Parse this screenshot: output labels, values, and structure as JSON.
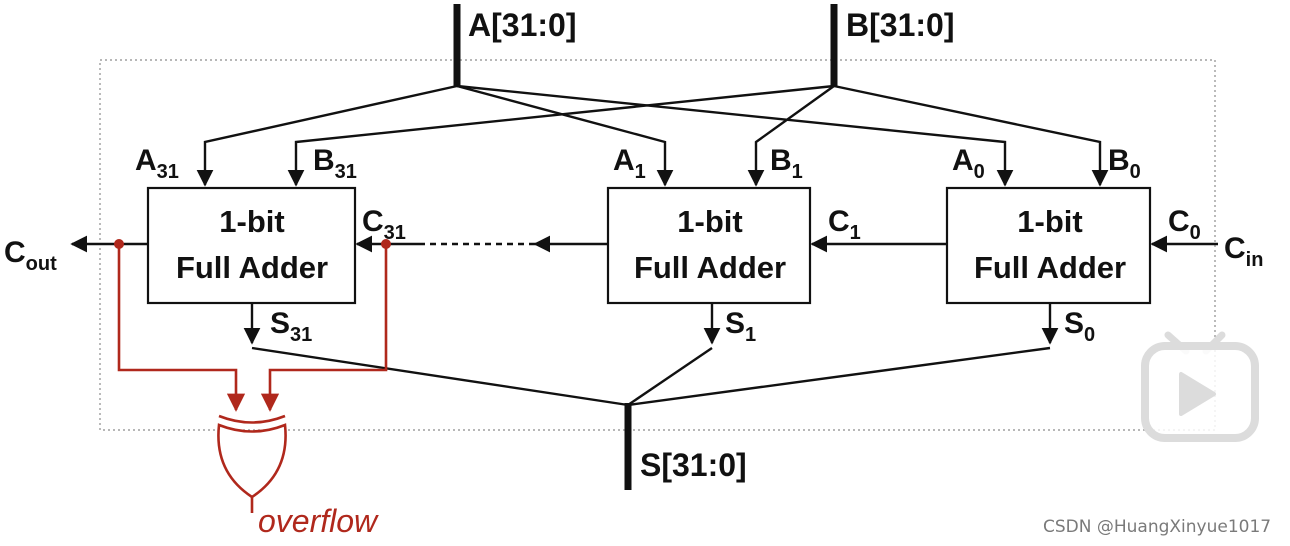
{
  "buses": {
    "a": "A[31:0]",
    "b": "B[31:0]",
    "s": "S[31:0]"
  },
  "adders": [
    {
      "line1": "1-bit",
      "line2": "Full Adder",
      "a_main": "A",
      "a_sub": "31",
      "b_main": "B",
      "b_sub": "31",
      "c_main": "C",
      "c_sub": "31",
      "s_main": "S",
      "s_sub": "31"
    },
    {
      "line1": "1-bit",
      "line2": "Full Adder",
      "a_main": "A",
      "a_sub": "1",
      "b_main": "B",
      "b_sub": "1",
      "c_main": "C",
      "c_sub": "1",
      "s_main": "S",
      "s_sub": "1"
    },
    {
      "line1": "1-bit",
      "line2": "Full Adder",
      "a_main": "A",
      "a_sub": "0",
      "b_main": "B",
      "b_sub": "0",
      "c_main": "C",
      "c_sub": "0",
      "s_main": "S",
      "s_sub": "0"
    }
  ],
  "carry": {
    "out_main": "C",
    "out_sub": "out",
    "in_main": "C",
    "in_sub": "in"
  },
  "overflow_label": "overflow",
  "watermark": "CSDN @HuangXinyue1017",
  "colors": {
    "wire": "#111111",
    "overflow": "#b0281c",
    "frame": "#8c8c8c",
    "player_icon": "#dcdcdc"
  },
  "icons": [
    "bilibili-tv-icon",
    "play-icon"
  ]
}
